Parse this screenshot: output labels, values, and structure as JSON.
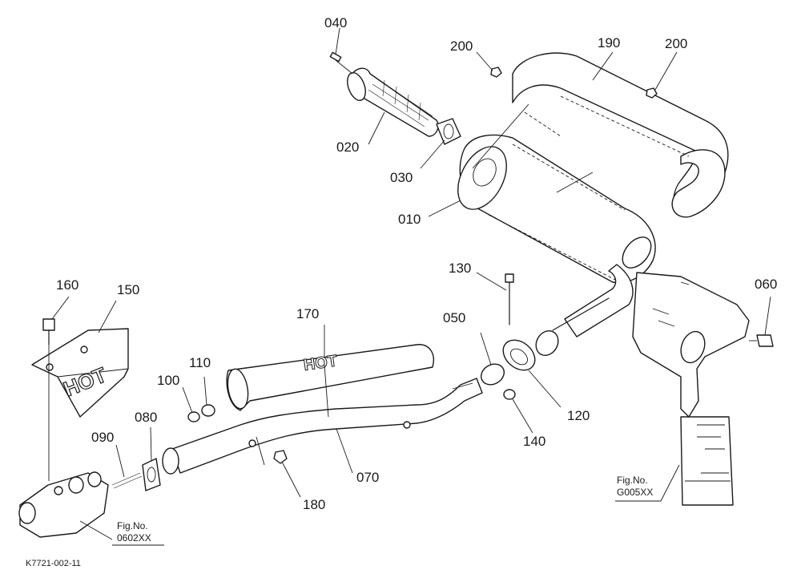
{
  "callouts": {
    "p010": "010",
    "p020": "020",
    "p030": "030",
    "p040": "040",
    "p050": "050",
    "p060": "060",
    "p070": "070",
    "p080": "080",
    "p090": "090",
    "p100": "100",
    "p110": "110",
    "p120": "120",
    "p130": "130",
    "p140": "140",
    "p150": "150",
    "p160": "160",
    "p170": "170",
    "p180": "180",
    "p190": "190",
    "p200a": "200",
    "p200b": "200"
  },
  "figure_refs": {
    "left": {
      "line1": "Fig.No.",
      "line2": "0602XX"
    },
    "right": {
      "line1": "Fig.No.",
      "line2": "G005XX"
    }
  },
  "decals": {
    "shield": "HOT",
    "cover": "HOT"
  },
  "drawing_code": "K7721-002-11"
}
